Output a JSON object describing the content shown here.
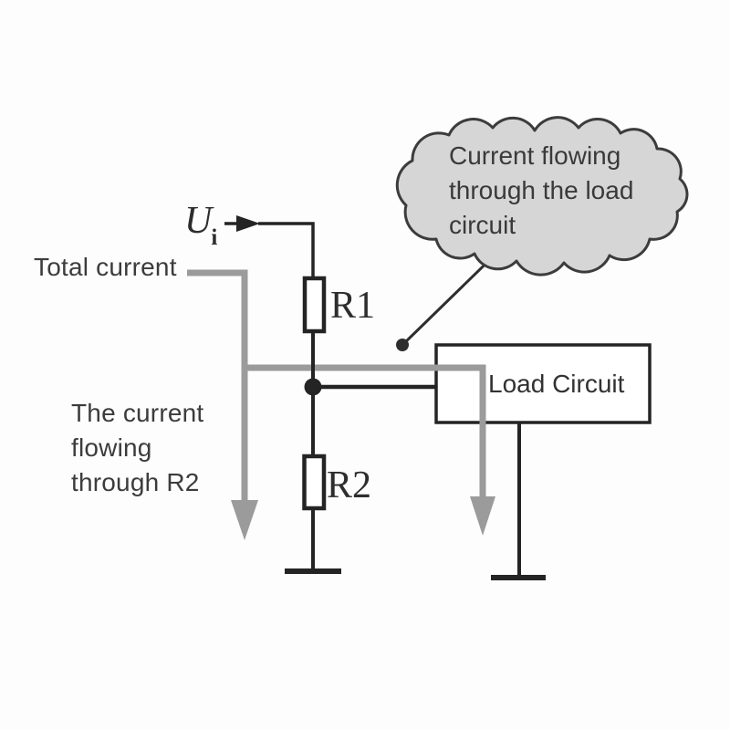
{
  "labels": {
    "input_voltage": {
      "symbol": "U",
      "subscript": "i"
    },
    "total_current": "Total current",
    "r2_current_lines": [
      "The current",
      "flowing",
      "through R2"
    ],
    "resistor_r1": "R1",
    "resistor_r2": "R2",
    "load_box": "Load Circuit",
    "cloud_note_lines": [
      "Current flowing",
      "through the load",
      "circuit"
    ]
  },
  "colors": {
    "background": "#fdfdfd",
    "circuit_line": "#242424",
    "current_arrow_gray": "#9b9b9b",
    "cloud_fill": "#d6d6d6",
    "cloud_stroke": "#3c3c3c",
    "text": "#3c3c3c"
  }
}
